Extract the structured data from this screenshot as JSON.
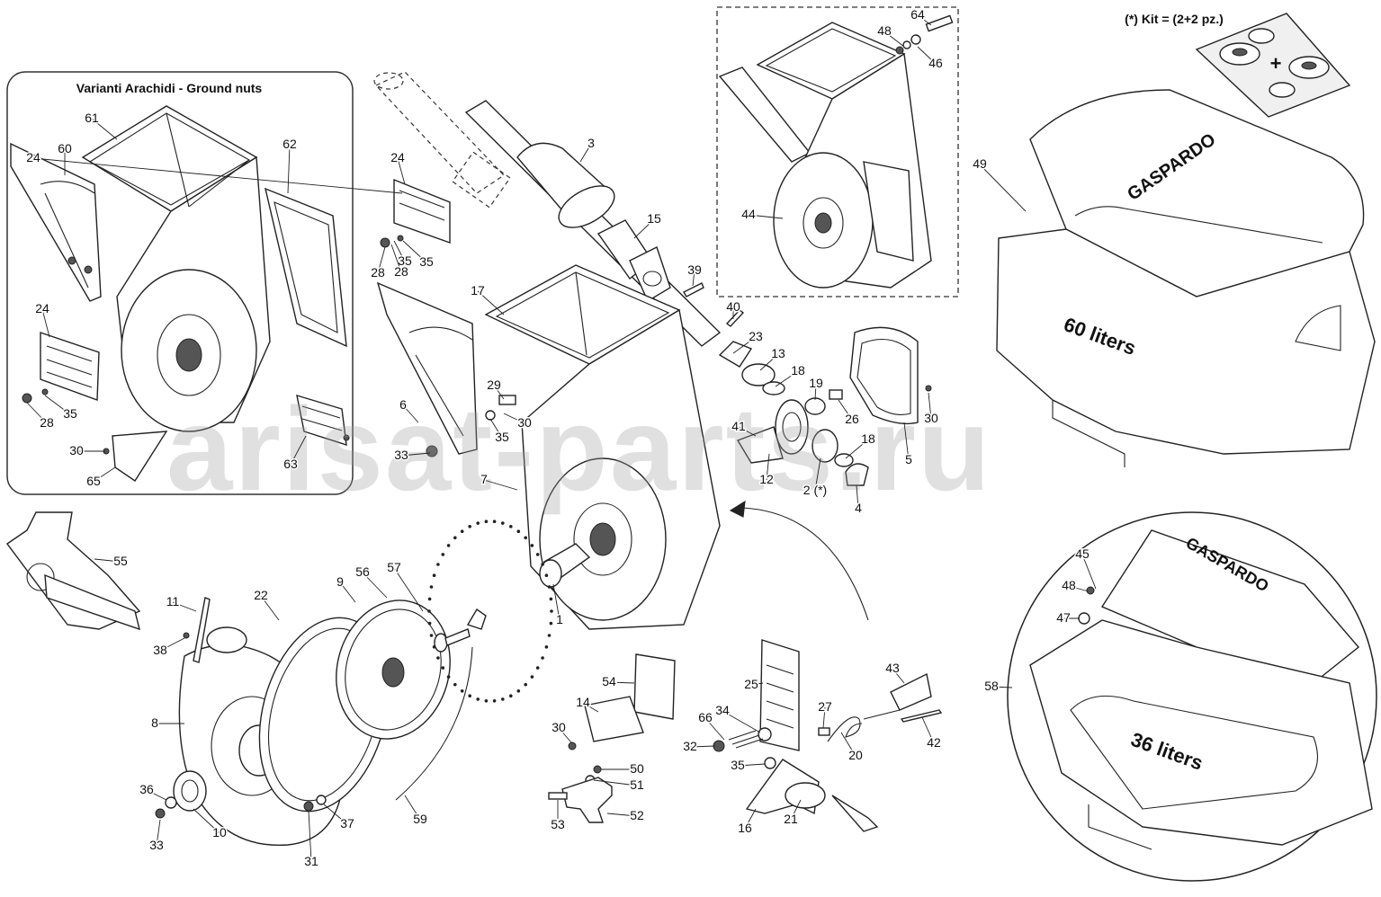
{
  "inset_title": "Varianti Arachidi - Ground nuts",
  "kit_note": "(*) Kit = (2+2 pz.)",
  "kit_plus": "+",
  "brand": "GASPARDO",
  "hopper_large_label": "60 liters",
  "hopper_small_label": "36 liters",
  "watermark": "arisat-parts.ru",
  "callouts": {
    "inset": [
      "61",
      "60",
      "62",
      "24",
      "35",
      "28",
      "30",
      "65",
      "63"
    ],
    "inset_lower_left": [
      "24",
      "35",
      "28"
    ],
    "center_top": [
      "3",
      "15",
      "39",
      "40",
      "23",
      "13",
      "18",
      "19",
      "26",
      "30",
      "5",
      "17",
      "24",
      "28",
      "35",
      "29",
      "30",
      "6",
      "35",
      "33",
      "7",
      "41",
      "12",
      "2 (*)",
      "18",
      "4",
      "1"
    ],
    "box": [
      "64",
      "48",
      "46",
      "44"
    ],
    "left_bottom": [
      "55",
      "11",
      "38",
      "22",
      "9",
      "56",
      "57",
      "8",
      "36",
      "33",
      "10",
      "31",
      "37",
      "59"
    ],
    "center_bottom": [
      "54",
      "14",
      "30",
      "50",
      "51",
      "53",
      "52",
      "25",
      "34",
      "66",
      "32",
      "35",
      "27",
      "20",
      "43",
      "42",
      "16",
      "21"
    ],
    "right": [
      "49",
      "45",
      "48",
      "47",
      "58"
    ]
  }
}
